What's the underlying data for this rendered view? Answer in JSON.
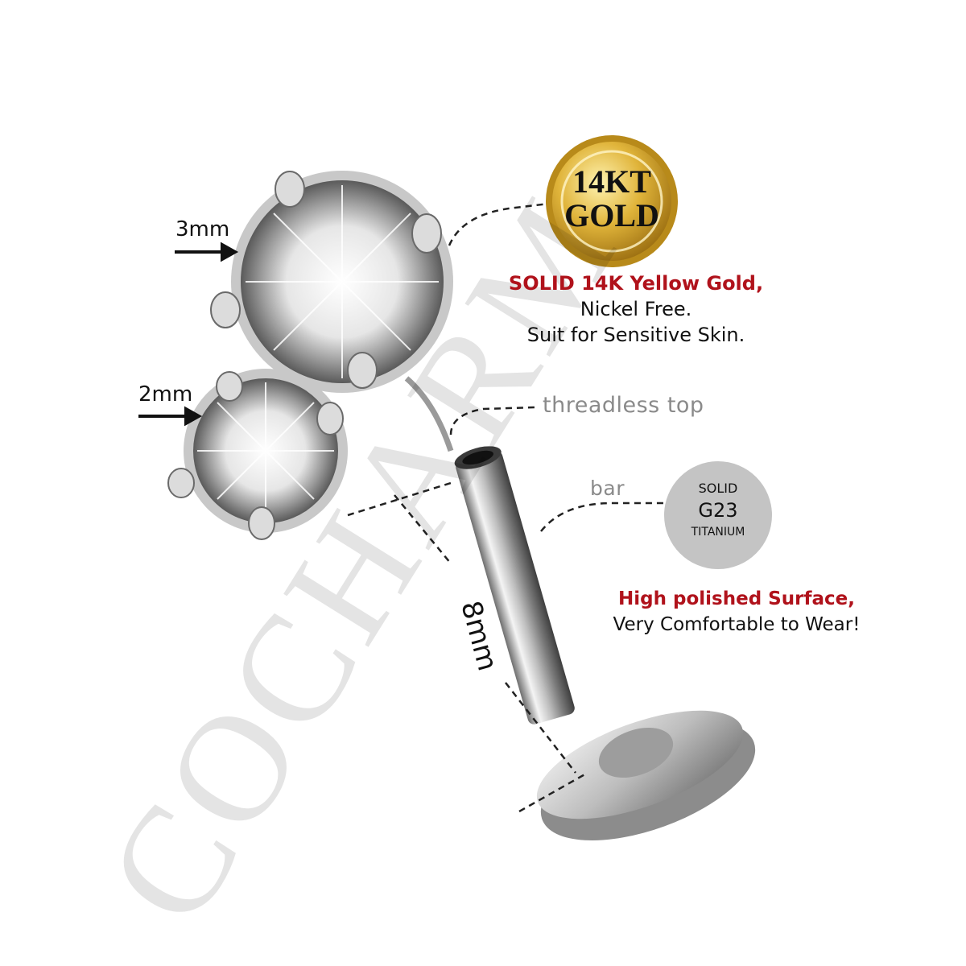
{
  "watermark": "COCHARM",
  "gem_labels": {
    "large": "3mm",
    "small": "2mm"
  },
  "part_labels": {
    "top": "threadless top",
    "bar": "bar",
    "length": "8mm"
  },
  "gold_badge": {
    "line1": "14KT",
    "line2": "GOLD",
    "color": "#d4a017"
  },
  "gold_info": {
    "headline": "SOLID 14K Yellow Gold,",
    "line2": "Nickel Free.",
    "line3": "Suit for Sensitive Skin."
  },
  "titanium_badge": {
    "top": "SOLID",
    "middle": "G23",
    "bottom": "TITANIUM",
    "color": "#c4c4c4"
  },
  "titanium_info": {
    "headline": "High polished Surface,",
    "line2": "Very Comfortable to Wear!"
  },
  "accent_red": "#b0121b"
}
